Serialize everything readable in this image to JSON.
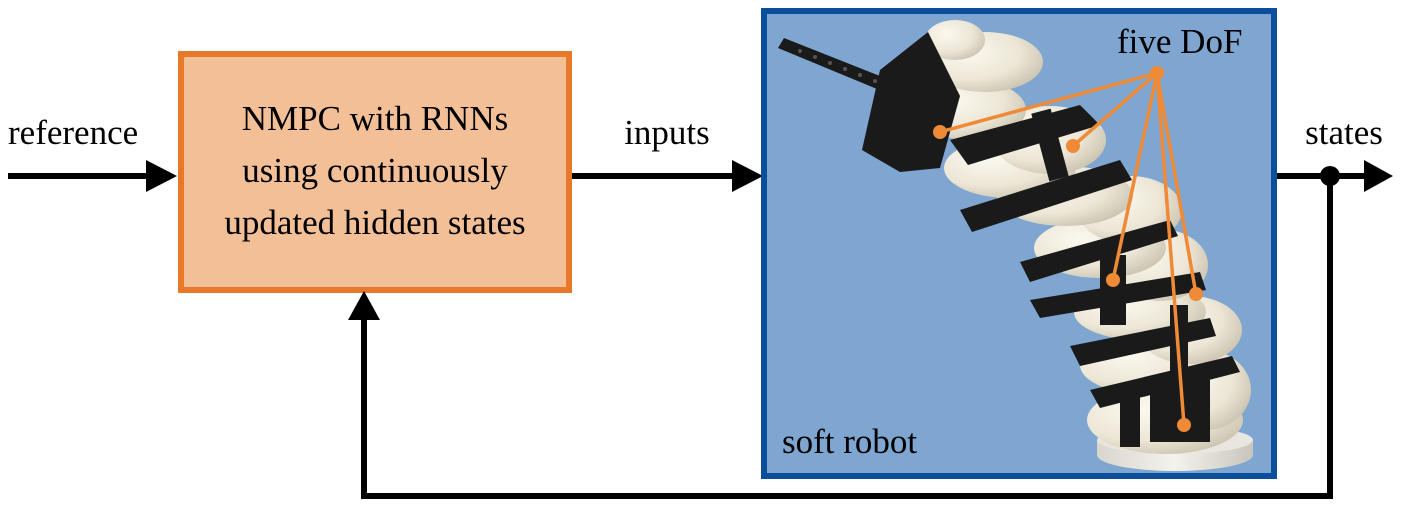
{
  "signals": {
    "reference": "reference",
    "inputs": "inputs",
    "states": "states"
  },
  "controller": {
    "lines": [
      "NMPC with RNNs",
      "using continuously",
      "updated hidden states"
    ],
    "fill_color": "#f2bf97",
    "border_color": "#e8782a"
  },
  "plant": {
    "label": "soft robot",
    "dof_label": "five DoF",
    "fill_color": "#7fa6d0",
    "border_color": "#0b4f9c",
    "annotation_color": "#ef8a36"
  },
  "colors": {
    "line": "#000000"
  }
}
